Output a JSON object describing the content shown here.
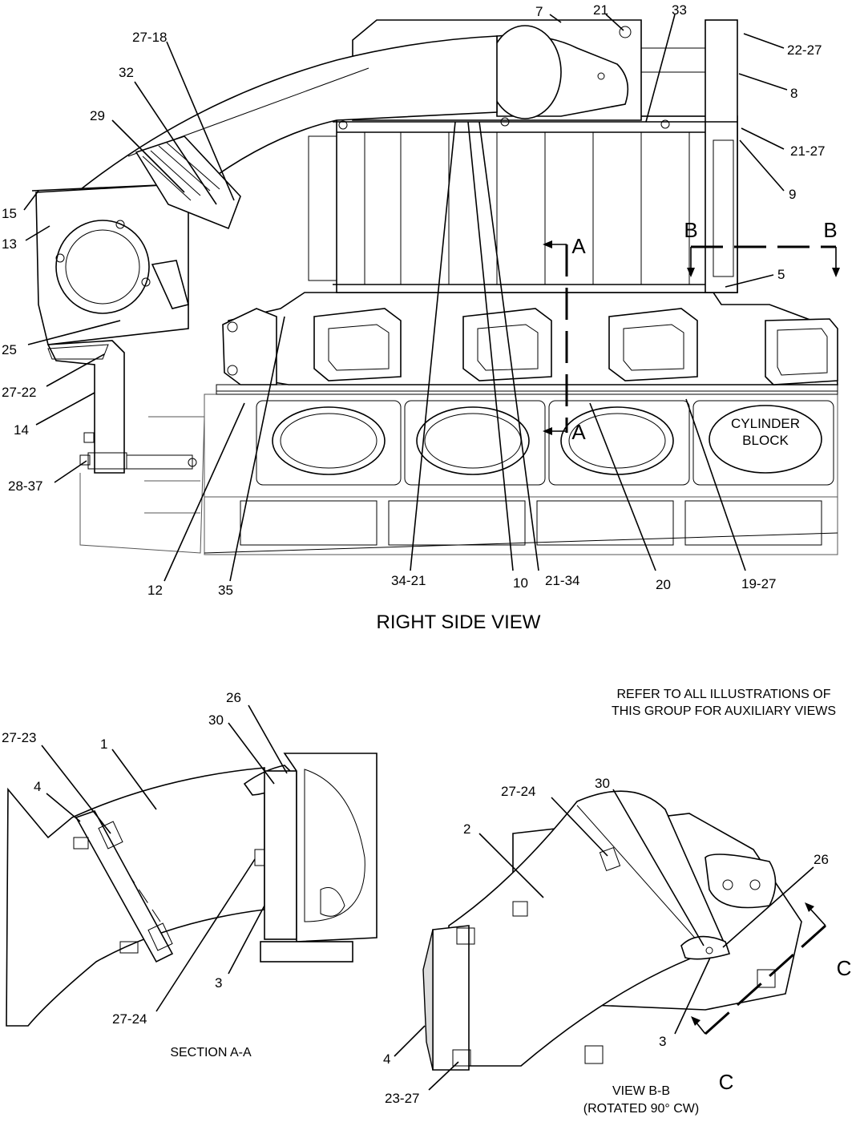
{
  "views": {
    "right_side_title": "RIGHT SIDE VIEW",
    "section_aa_title": "SECTION A-A",
    "view_bb_title": "VIEW B-B",
    "view_bb_subtitle": "(ROTATED 90° CW)",
    "note_line1": "REFER TO ALL ILLUSTRATIONS OF",
    "note_line2": "THIS GROUP FOR AUXILIARY VIEWS"
  },
  "cylinder_block": {
    "line1": "CYLINDER",
    "line2": "BLOCK"
  },
  "section_markers": {
    "a_top": "A",
    "a_bottom": "A",
    "b_left": "B",
    "b_right": "B",
    "c_top": "C",
    "c_bottom": "C"
  },
  "callouts": {
    "c7": "7",
    "c21": "21",
    "c33": "33",
    "c22_27": "22-27",
    "c8": "8",
    "c21_27": "21-27",
    "c9": "9",
    "c27_18": "27-18",
    "c32": "32",
    "c29": "29",
    "c15": "15",
    "c13": "13",
    "c5": "5",
    "c25": "25",
    "c27_22": "27-22",
    "c14": "14",
    "c28_37": "28-37",
    "c12": "12",
    "c35": "35",
    "c34_21": "34-21",
    "c10": "10",
    "c21_34": "21-34",
    "c20": "20",
    "c19_27": "19-27",
    "s26": "26",
    "s30": "30",
    "s27_23": "27-23",
    "s1": "1",
    "s4": "4",
    "s3": "3",
    "s27_24": "27-24",
    "v27_24": "27-24",
    "v30": "30",
    "v2": "2",
    "v26": "26",
    "v3": "3",
    "v4": "4",
    "v23_27": "23-27"
  }
}
